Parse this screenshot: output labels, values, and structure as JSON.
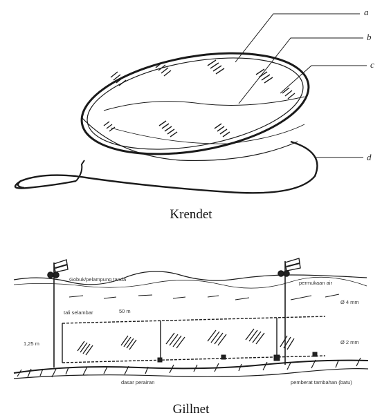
{
  "figures": [
    {
      "caption": "Krendet",
      "part_labels": [
        "a",
        "b",
        "c",
        "d"
      ]
    },
    {
      "caption": "Gillnet",
      "annotations": {
        "float": "Gobuk/pelampung tanda",
        "water_surface": "permukaan air",
        "top_rope": "tali selambar",
        "length": "50 m",
        "height": "1,25 m",
        "mesh_top": "Ø 4 mm",
        "mesh_net": "Ø 2 mm",
        "seabed": "dasar perairan",
        "sinker": "pemberat tambahan (batu)"
      }
    }
  ]
}
